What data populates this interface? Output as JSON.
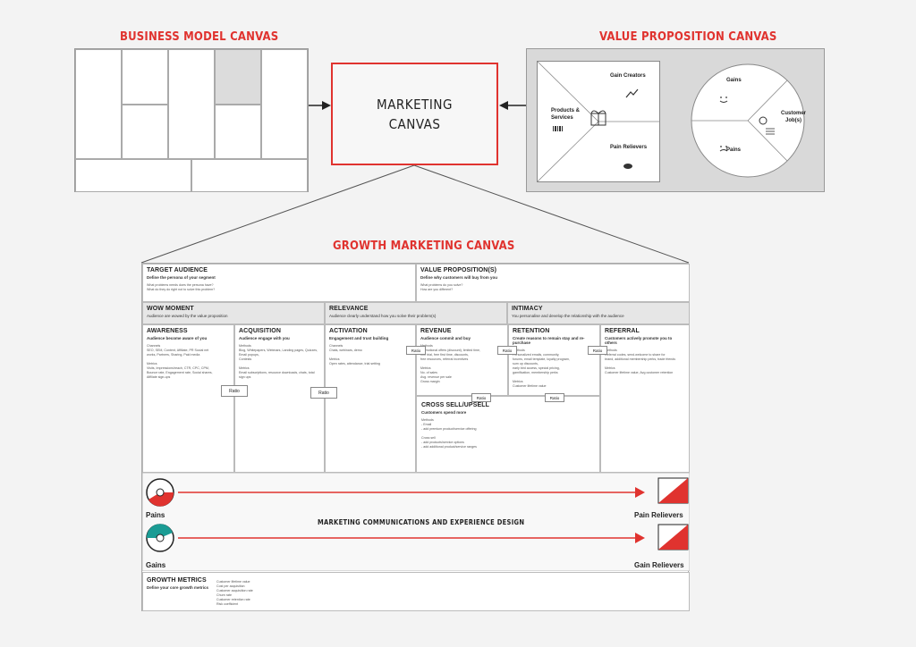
{
  "titles": {
    "bmc": "BUSINESS MODEL CANVAS",
    "vpc": "VALUE PROPOSITION CANVAS",
    "gmc": "GROWTH MARKETING CANVAS"
  },
  "marketing_canvas": {
    "line1": "MARKETING",
    "line2": "CANVAS"
  },
  "vpc": {
    "gain_creators": "Gain Creators",
    "products_services": "Products & Services",
    "pain_relievers": "Pain Relievers",
    "gains": "Gains",
    "pains": "Pains",
    "customer_jobs": "Customer Job(s)"
  },
  "gmc": {
    "target_audience": {
      "title": "TARGET AUDIENCE",
      "sub": "Define the persona of your segment",
      "body": "What problems needs does the persona have?\nWhat do they do right not to solve this problem?"
    },
    "value_prop": {
      "title": "VALUE PROPOSITION(S)",
      "sub": "Define why customers will buy from you",
      "body": "What problems do you solve?\nHow are you different?"
    },
    "wow": {
      "title": "WOW MOMENT",
      "sub": "Audience are wowed by the value proposition"
    },
    "relevance": {
      "title": "RELEVANCE",
      "sub": "Audience clearly understand how you solve their problem(s)"
    },
    "intimacy": {
      "title": "INTIMACY",
      "sub": "You personalise and develop the relationship with the audience"
    },
    "awareness": {
      "title": "AWARENESS",
      "sub": "Audience become aware of you",
      "body": "Channels\nSEO, SEM, Content, Affiliate, PR Social net\nworks, Partners, Sharing, Paid media\n\nMetrics\nVisits, Impressions/reach, CTR, CPC, CPM,\nBounce rate, Engagement rate, Social shares,\nAffiliate sign-ups"
    },
    "acquisition": {
      "title": "ACQUISITION",
      "sub": "Audience engage with you",
      "body": "Methods\nBlog, Whitepapers, Webinars, Landing pages, Quizzes,\nEmail popups,\nContests\n\nMetrics\nEmail subscriptions, resource downloads, chats, total\nsign ups"
    },
    "activation": {
      "title": "ACTIVATION",
      "sub": "Engagement and trust building",
      "body": "Channels\nChats, webinars, demo\n\nMetrics\nOpen rates, attendance, trial setting"
    },
    "revenue": {
      "title": "REVENUE",
      "sub": "Audience commit and buy",
      "body": "Methods\nPromotional offers (discount), limited time,\nfree trial, free first time, discounts,\nfree resources, referral incentives\n\nMetrics\nNo. of sales\nAvg. revenue per sale\nGross margin"
    },
    "retention": {
      "title": "RETENTION",
      "sub": "Create reasons to remain stay and re-purchase",
      "body": "Methods\nPersonalized emails, community,\nforums, email template, loyalty program,\nsum up discounts,\nearly bird access, special pricing,\ngamification, membership perks\n\nMetrics\nCustomer lifetime value"
    },
    "referral": {
      "title": "REFERRAL",
      "sub": "Customers actively promote you to others",
      "body": "Methods\nReferral codes, send.welcome to share for\nbrand, additional membership perks, trade friends\n\nMetrics\nCustomer lifetime value, Avg customer retention"
    },
    "cross_sell": {
      "title": "CROSS SELL/UPSELL",
      "sub": "Customers spend more",
      "body": "Methods\n- Email\n- add premium product/service offering\n\nCross sell\n- add products/service options\n- add additional product/service ranges"
    },
    "ratio": "Ratio",
    "pains": "Pains",
    "gains": "Gains",
    "pain_relievers": "Pain Relievers",
    "gain_relievers": "Gain Relievers",
    "mcx": "MARKETING COMMUNICATIONS AND EXPERIENCE DESIGN",
    "growth_metrics": {
      "title": "GROWTH METRICS",
      "sub": "Define your core growth metrics",
      "body": "Customer lifetime value\nCost per acquisition\nCustomer acquisition rate\nChurn rate\nCustomer retention rate\nRisk coefficient"
    }
  },
  "colors": {
    "accent": "#e0332f",
    "teal": "#1b9c94"
  }
}
